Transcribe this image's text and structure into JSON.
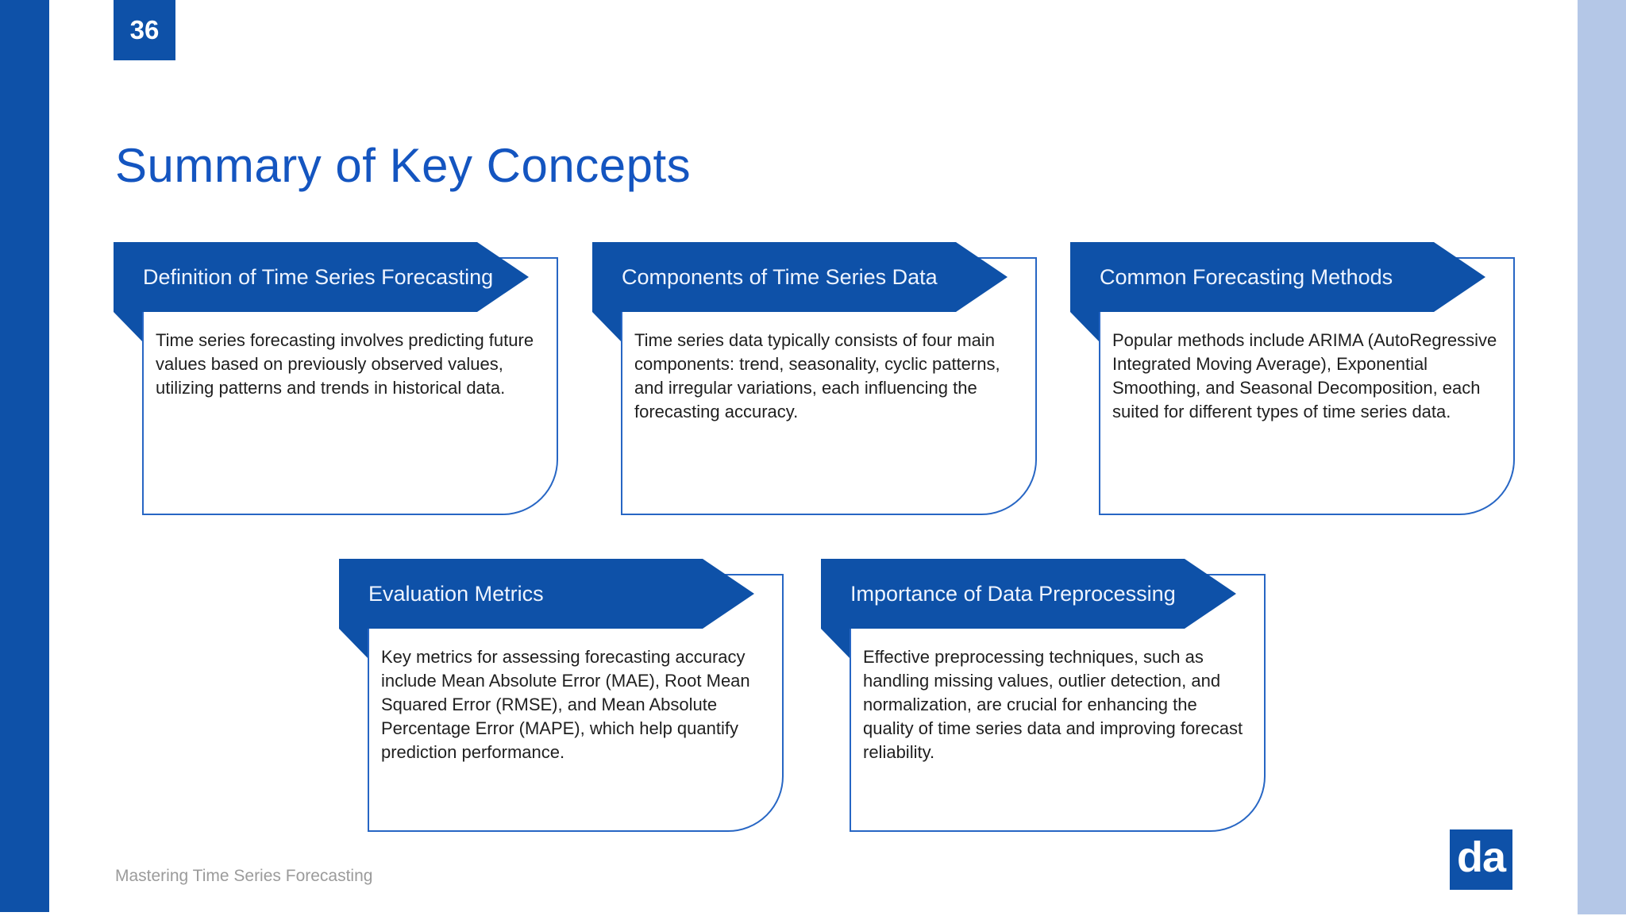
{
  "slide_number": "36",
  "title": "Summary of Key Concepts",
  "cards": [
    {
      "title": "Definition of Time Series Forecasting",
      "body": "Time series forecasting involves predicting future values based on previously observed values, utilizing patterns and trends in historical data."
    },
    {
      "title": "Components of Time Series Data",
      "body": "Time series data typically consists of four main components: trend, seasonality, cyclic patterns, and irregular variations, each influencing the forecasting accuracy."
    },
    {
      "title": "Common Forecasting Methods",
      "body": "Popular methods include ARIMA (AutoRegressive Integrated Moving Average), Exponential Smoothing, and Seasonal Decomposition, each suited for different types of time series data."
    },
    {
      "title": "Evaluation Metrics",
      "body": "Key metrics for assessing forecasting accuracy include Mean Absolute Error (MAE), Root Mean Squared Error (RMSE), and Mean Absolute Percentage Error (MAPE), which help quantify prediction performance."
    },
    {
      "title": "Importance of Data Preprocessing",
      "body": "Effective preprocessing techniques, such as handling missing values, outlier detection, and normalization, are crucial for enhancing the quality of time series data and improving forecast reliability."
    }
  ],
  "footer": "Mastering Time Series Forecasting",
  "logo_text": "da",
  "colors": {
    "blue_dark": "#0e51a8",
    "blue_title": "#1455c0",
    "blue_border": "#2766c4",
    "blue_light_strip": "#b4c7e7"
  }
}
